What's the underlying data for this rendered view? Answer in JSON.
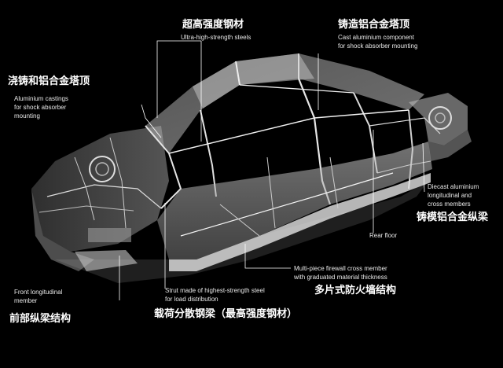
{
  "labels": {
    "ultra_high_strength": {
      "cn": "超高强度钢材",
      "en": [
        "Ultra-high-strength steels"
      ]
    },
    "cast_aluminium_component": {
      "cn": "铸造铝合金塔顶",
      "en": [
        "Cast aluminium component",
        "for shock absorber mounting"
      ]
    },
    "aluminium_castings": {
      "cn": "浇铸和铝合金塔顶",
      "en": [
        "Aluminium castings",
        "for shock absorber",
        "mounting"
      ]
    },
    "diecast_aluminium": {
      "cn": "铸模铝合金纵梁",
      "en": [
        "Diecast aluminium",
        "longitudinal and",
        "cross members"
      ]
    },
    "rear_floor": {
      "en": [
        "Rear floor"
      ]
    },
    "firewall_cross_member": {
      "cn": "多片式防火墙结构",
      "en": [
        "Multi-piece firewall cross member",
        "with graduated material thickness"
      ]
    },
    "front_longitudinal": {
      "cn": "前部纵梁结构",
      "en": [
        "Front longitudinal",
        "member"
      ]
    },
    "strut_highest_strength": {
      "cn": "载荷分散钢梁（最高强度钢材）",
      "en": [
        "Strut made of highest-strength steel",
        "for load distribution"
      ]
    }
  },
  "colors": {
    "background": "#000000",
    "text": "#ffffff",
    "frame_light": "#d9d9d9",
    "frame_mid": "#8a8a8a",
    "leader": "#ffffff"
  }
}
